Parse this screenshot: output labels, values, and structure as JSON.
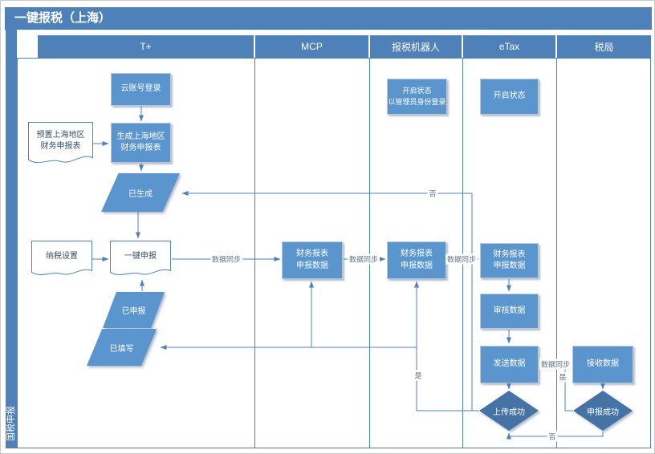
{
  "title": "一键报税（上海）",
  "row_label": "国税申报",
  "lanes": [
    {
      "label": "T+"
    },
    {
      "label": "MCP"
    },
    {
      "label": "报税机器人"
    },
    {
      "label": "eTax"
    },
    {
      "label": "税局"
    }
  ],
  "nodes": {
    "cloud_login": {
      "label": "云账号登录",
      "type": "process"
    },
    "preset_form": {
      "label": "预置上海地区\n财务申报表",
      "type": "document"
    },
    "generate_form": {
      "label": "生成上海地区\n财务申报表",
      "type": "process"
    },
    "generated": {
      "label": "已生成",
      "type": "data"
    },
    "tax_settings": {
      "label": "纳税设置",
      "type": "document"
    },
    "one_click_declare": {
      "label": "一键申报",
      "type": "document"
    },
    "declared": {
      "label": "已申报",
      "type": "data"
    },
    "filled": {
      "label": "已填写",
      "type": "data"
    },
    "mcp_report_data": {
      "label": "财务报表\n申报数据",
      "type": "process"
    },
    "robot_status": {
      "label": "开启状态\n以管理员身份登录",
      "type": "process"
    },
    "robot_report_data": {
      "label": "财务报表\n申报数据",
      "type": "process"
    },
    "etax_status": {
      "label": "开启状态",
      "type": "process"
    },
    "etax_report_data": {
      "label": "财务报表\n申报数据",
      "type": "process"
    },
    "audit_data": {
      "label": "审核数据",
      "type": "process"
    },
    "send_data": {
      "label": "发送数据",
      "type": "process"
    },
    "upload_success": {
      "label": "上传成功",
      "type": "decision"
    },
    "receive_data": {
      "label": "接收数据",
      "type": "process"
    },
    "declare_success": {
      "label": "申报成功",
      "type": "decision"
    }
  },
  "edge_labels": {
    "sync_t_mcp": "数据同步",
    "sync_mcp_robot": "数据同步",
    "sync_robot_etax": "数据同步",
    "sync_etax_bureau": "数据同步",
    "yes_upload": "是",
    "no_upload": "否",
    "yes_declare": "是",
    "no_declare": "否"
  },
  "colors": {
    "brand_blue": "#4e80ba",
    "shape_fill": "#5b95cd",
    "decision_fill": "#4573a3",
    "connector": "#4f81bd",
    "document_fill": "#ffffff"
  }
}
